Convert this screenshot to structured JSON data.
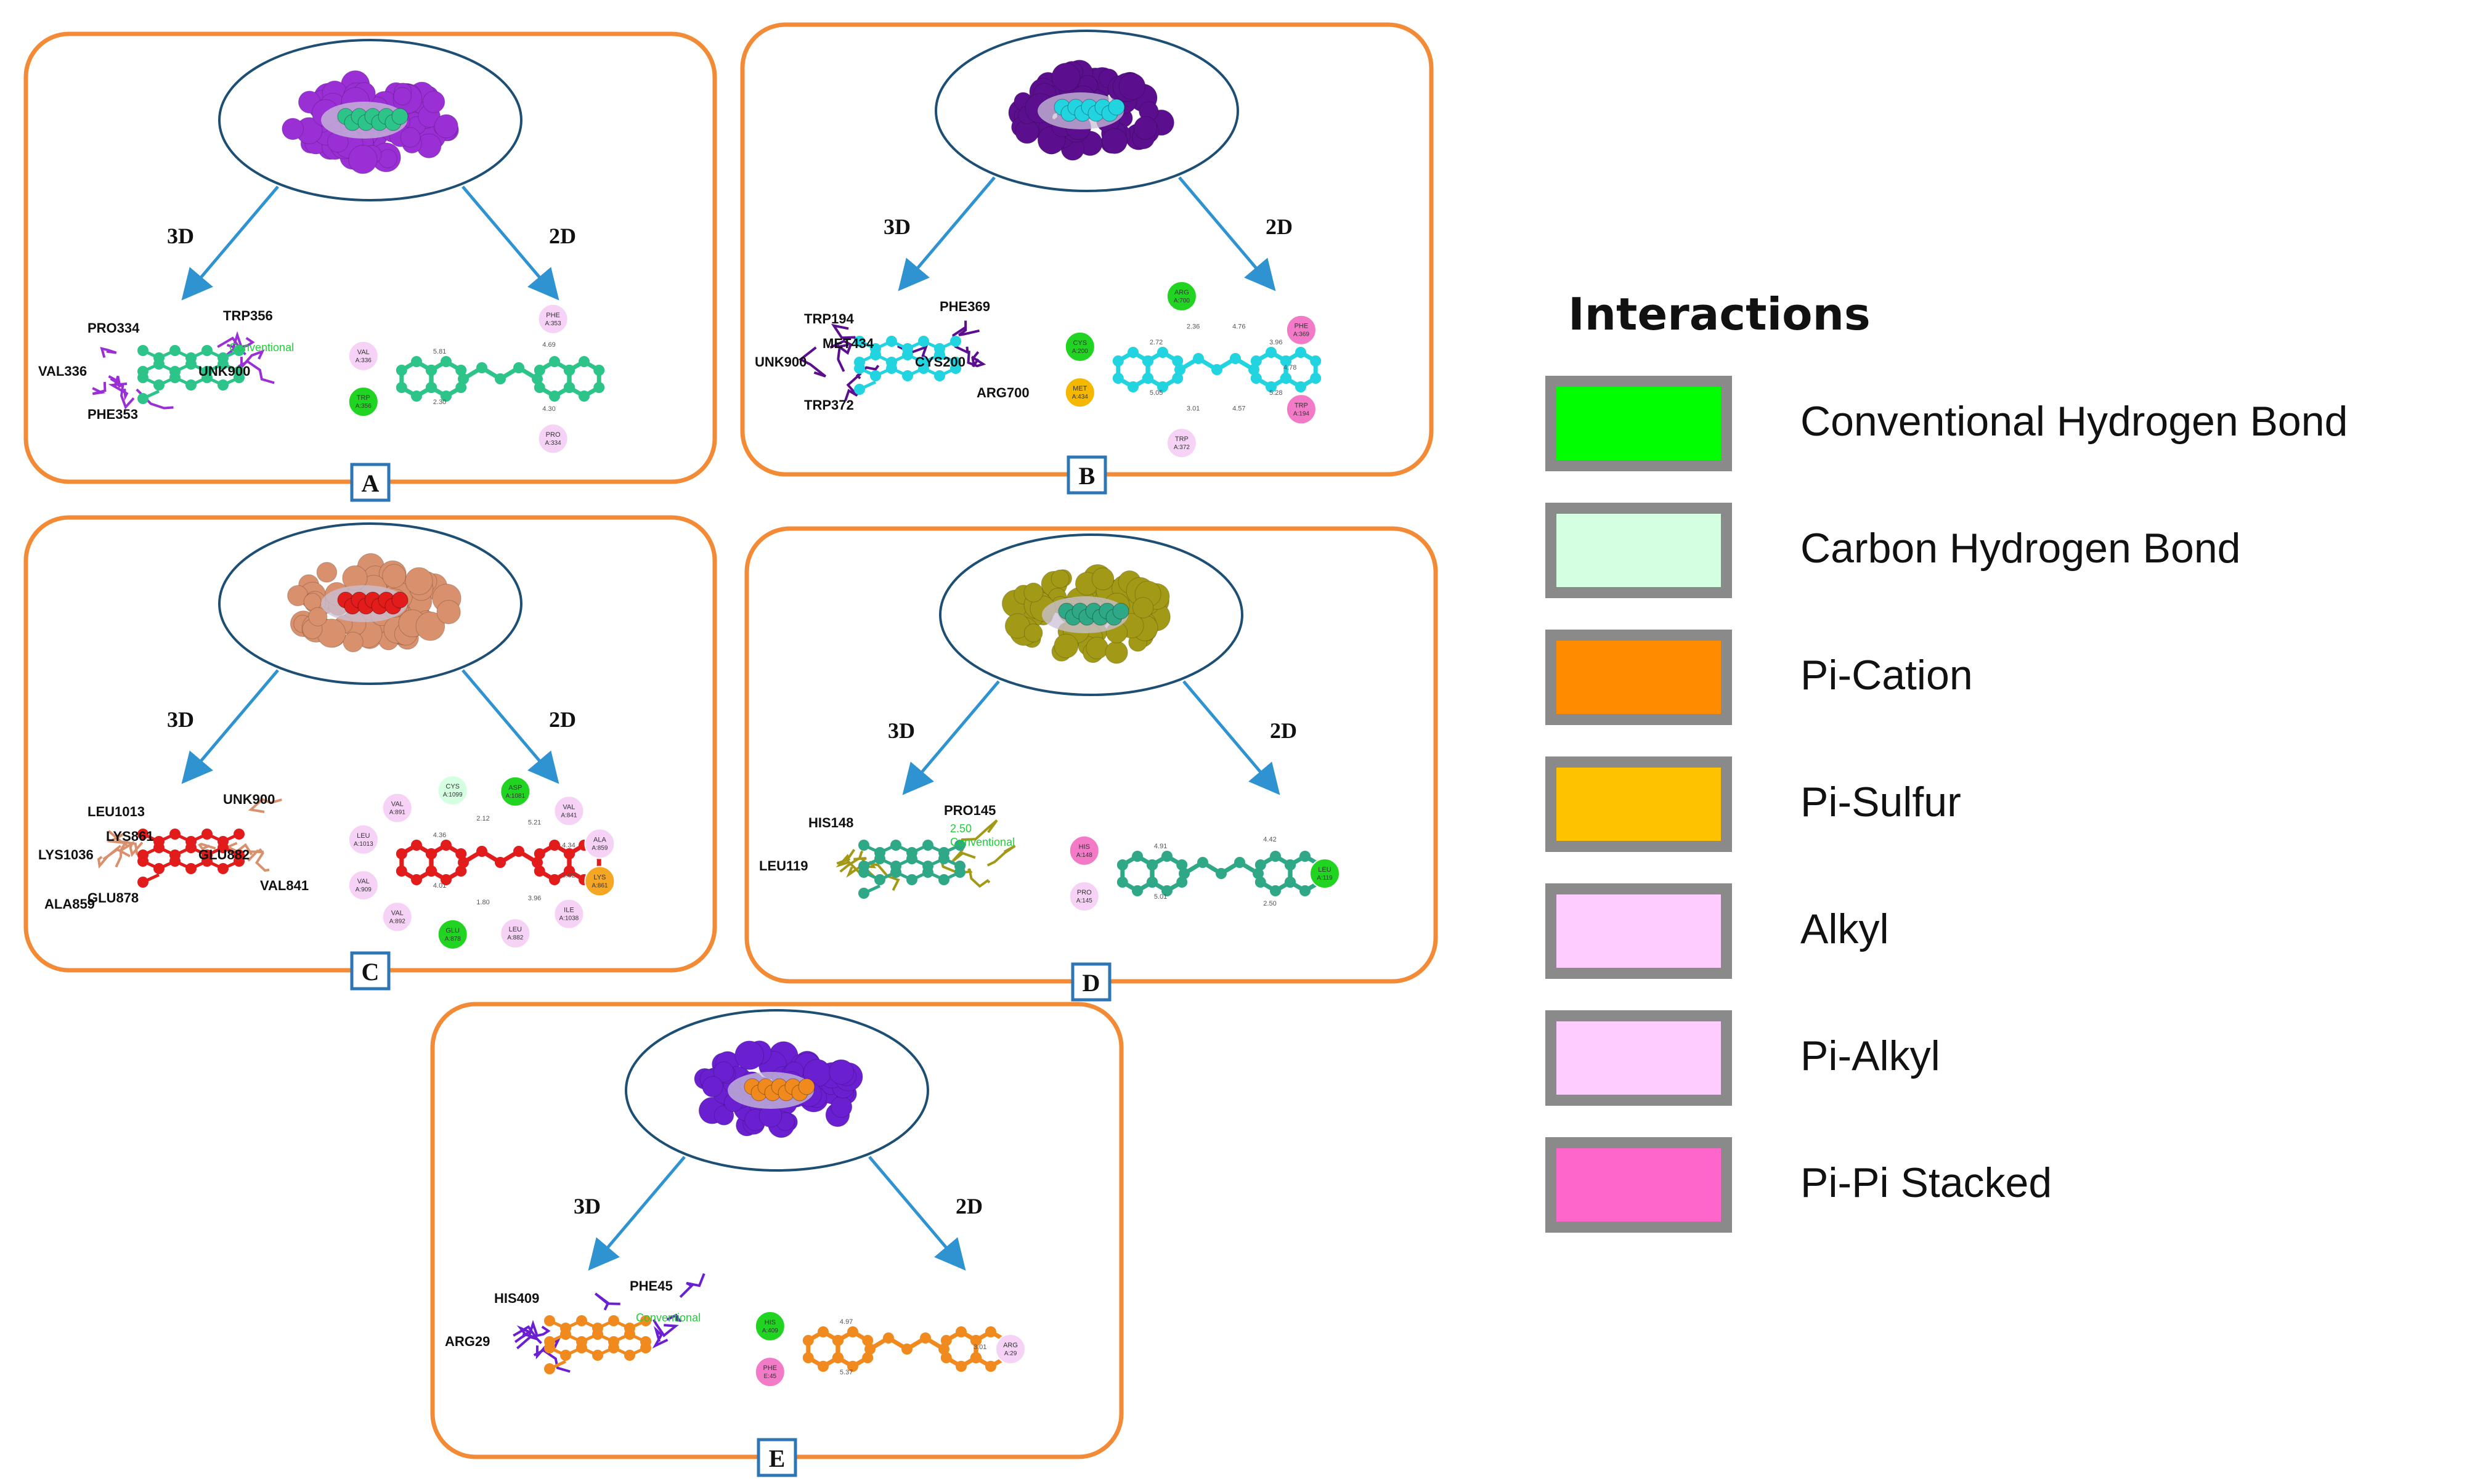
{
  "colors": {
    "panel_border": "#F28A36",
    "arrow": "#2F93D1",
    "ellipse_stroke": "#1D4E74",
    "letter_box": "#2E75B6",
    "swatch_frame": "#8A8A8A"
  },
  "panels": [
    {
      "id": "A",
      "letter": "A",
      "label_3d": "3D",
      "label_2d": "2D",
      "surface_color": "#9B2FD6",
      "ligand_color": "#2DC48A",
      "residues_3d": [
        "PRO334",
        "TRP356",
        "VAL336",
        "UNK900",
        "PHE353"
      ],
      "note_3d": "Conventional",
      "residues_2d": [
        {
          "name": "VAL",
          "chain": "A:336",
          "type": "alkyl"
        },
        {
          "name": "PHE",
          "chain": "A:353",
          "type": "alkyl"
        },
        {
          "name": "PRO",
          "chain": "A:334",
          "type": "alkyl"
        },
        {
          "name": "TRP",
          "chain": "A:356",
          "type": "hbond"
        }
      ],
      "distances": [
        "5.81",
        "4.69",
        "4.30",
        "2.30"
      ]
    },
    {
      "id": "B",
      "letter": "B",
      "label_3d": "3D",
      "label_2d": "2D",
      "surface_color": "#5B0F8E",
      "ligand_color": "#22D3E0",
      "residues_3d": [
        "TRP194",
        "PHE369",
        "UNK900",
        "CYS200",
        "TRP372",
        "MET434",
        "ARG700"
      ],
      "residues_2d": [
        {
          "name": "CYS",
          "chain": "A:200",
          "type": "hbond"
        },
        {
          "name": "ARG",
          "chain": "A:700",
          "type": "hbond"
        },
        {
          "name": "PHE",
          "chain": "A:369",
          "type": "pipi"
        },
        {
          "name": "TRP",
          "chain": "A:194",
          "type": "pipi"
        },
        {
          "name": "TRP",
          "chain": "A:372",
          "type": "alkyl"
        },
        {
          "name": "MET",
          "chain": "A:434",
          "type": "pisulfur"
        }
      ],
      "distances": [
        "2.72",
        "2.36",
        "4.76",
        "3.96",
        "4.78",
        "5.28",
        "4.57",
        "3.01",
        "5.05"
      ]
    },
    {
      "id": "C",
      "letter": "C",
      "label_3d": "3D",
      "label_2d": "2D",
      "surface_color": "#D9906C",
      "ligand_color": "#E21B1B",
      "residues_3d": [
        "LEU1013",
        "UNK900",
        "LYS1036",
        "GLU882",
        "GLU878",
        "LYS861",
        "VAL841",
        "ALA859"
      ],
      "residues_2d": [
        {
          "name": "LEU",
          "chain": "A:1013",
          "type": "alkyl"
        },
        {
          "name": "VAL",
          "chain": "A:891",
          "type": "alkyl"
        },
        {
          "name": "CYS",
          "chain": "A:1099",
          "type": "carbon"
        },
        {
          "name": "ASP",
          "chain": "A:1081",
          "type": "hbond"
        },
        {
          "name": "VAL",
          "chain": "A:841",
          "type": "alkyl"
        },
        {
          "name": "ALA",
          "chain": "A:859",
          "type": "alkyl"
        },
        {
          "name": "LYS",
          "chain": "A:861",
          "type": "pication"
        },
        {
          "name": "ILE",
          "chain": "A:1038",
          "type": "alkyl"
        },
        {
          "name": "LEU",
          "chain": "A:882",
          "type": "alkyl"
        },
        {
          "name": "GLU",
          "chain": "A:878",
          "type": "hbond"
        },
        {
          "name": "VAL",
          "chain": "A:892",
          "type": "alkyl"
        },
        {
          "name": "VAL",
          "chain": "A:909",
          "type": "alkyl"
        }
      ],
      "distances": [
        "4.36",
        "2.12",
        "5.21",
        "4.34",
        "5.02",
        "3.96",
        "1.80",
        "4.01"
      ]
    },
    {
      "id": "D",
      "letter": "D",
      "label_3d": "3D",
      "label_2d": "2D",
      "surface_color": "#A29A16",
      "ligand_color": "#2EA886",
      "residues_3d": [
        "HIS148",
        "PRO145",
        "LEU119"
      ],
      "note_3d": "Conventional",
      "note_3d_value": "2.50",
      "residues_2d": [
        {
          "name": "HIS",
          "chain": "A:148",
          "type": "pipi"
        },
        {
          "name": "LEU",
          "chain": "A:119",
          "type": "hbond"
        },
        {
          "name": "PRO",
          "chain": "A:145",
          "type": "alkyl"
        }
      ],
      "distances": [
        "4.91",
        "4.42",
        "2.50",
        "5.01"
      ]
    },
    {
      "id": "E",
      "letter": "E",
      "label_3d": "3D",
      "label_2d": "2D",
      "surface_color": "#6A1FD1",
      "ligand_color": "#F08A1E",
      "residues_3d": [
        "HIS409",
        "PHE45",
        "ARG29"
      ],
      "note_3d": "Conventional",
      "residues_2d": [
        {
          "name": "HIS",
          "chain": "A:409",
          "type": "hbond"
        },
        {
          "name": "ARG",
          "chain": "A:29",
          "type": "alkyl"
        },
        {
          "name": "PHE",
          "chain": "E:45",
          "type": "pipi"
        }
      ],
      "distances": [
        "4.97",
        "3.01",
        "5.37"
      ]
    }
  ],
  "legend": {
    "title": "Interactions",
    "items": [
      {
        "label": "Conventional Hydrogen Bond",
        "color": "#00FF00"
      },
      {
        "label": "Carbon Hydrogen Bond",
        "color": "#D4FFE0"
      },
      {
        "label": "Pi-Cation",
        "color": "#FF8C00"
      },
      {
        "label": "Pi-Sulfur",
        "color": "#FFC200"
      },
      {
        "label": "Alkyl",
        "color": "#FFCCFF"
      },
      {
        "label": "Pi-Alkyl",
        "color": "#FFCCFF"
      },
      {
        "label": "Pi-Pi Stacked",
        "color": "#FF66CC"
      }
    ]
  }
}
